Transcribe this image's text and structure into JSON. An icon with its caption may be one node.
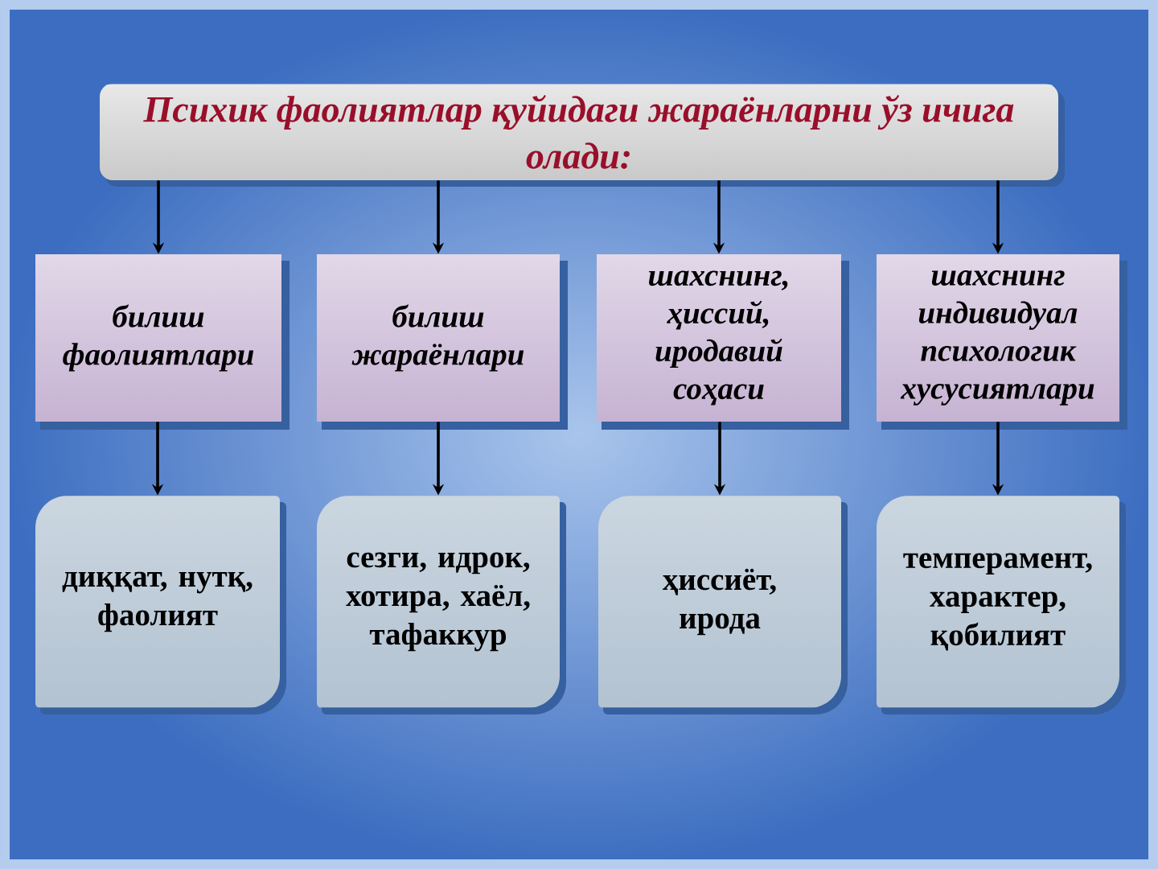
{
  "diagram": {
    "nodes": [
      {
        "text": [
          "Психик фаолиятлар қуйидаги жараёнларни ўз ичига олади:"
        ]
      },
      {
        "text": [
          "билиш фаолиятлари"
        ]
      },
      {
        "text": [
          "билиш жараёнлари"
        ]
      },
      {
        "text": [
          "шахснинг, ҳиссий, иродавий соҳаси"
        ]
      },
      {
        "text": [
          "шахснинг индивидуал психологик хусусиятлари"
        ]
      },
      {
        "text": [
          "диққат, нутқ, фаолият"
        ]
      },
      {
        "text": [
          "сезги, идрок, хотира, хаёл, тафаккур"
        ]
      },
      {
        "text": [
          "ҳиссиёт, ирода"
        ]
      },
      {
        "text": [
          "темперамент, характер, қобилият"
        ]
      }
    ],
    "edges": [
      {
        "from": 0,
        "to": 1,
        "arrow": "to"
      },
      {
        "from": 0,
        "to": 2,
        "arrow": "to"
      },
      {
        "from": 0,
        "to": 3,
        "arrow": "to"
      },
      {
        "from": 0,
        "to": 4,
        "arrow": "to"
      },
      {
        "from": 1,
        "to": 5,
        "arrow": "to"
      },
      {
        "from": 2,
        "to": 6,
        "arrow": "to"
      },
      {
        "from": 3,
        "to": 7,
        "arrow": "to"
      },
      {
        "from": 4,
        "to": 8,
        "arrow": "to"
      }
    ]
  }
}
